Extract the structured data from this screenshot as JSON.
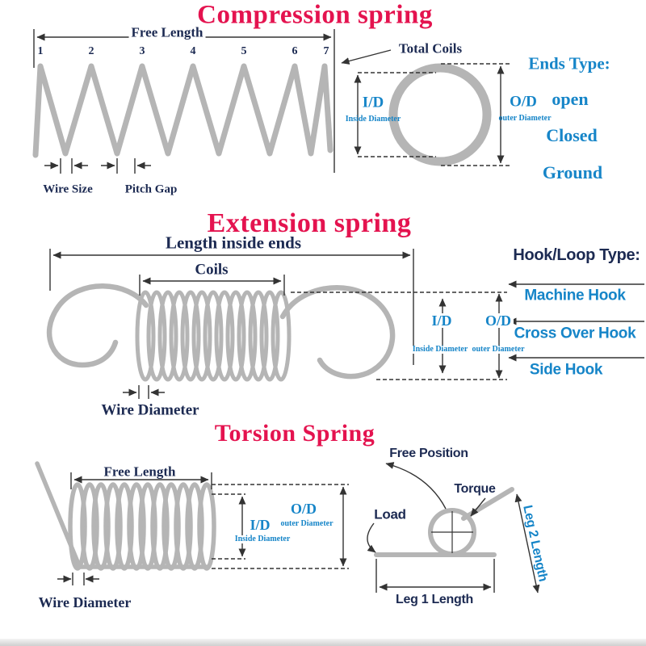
{
  "colors": {
    "title_red": "#e4134f",
    "label_blue": "#1685c8",
    "label_navy": "#1c2a52",
    "spring_gray": "#b5b5b5",
    "dimension_line": "#333333"
  },
  "compression": {
    "title": "Compression spring",
    "free_length": "Free Length",
    "coil_numbers": [
      "1",
      "2",
      "3",
      "4",
      "5",
      "6",
      "7"
    ],
    "total_coils": "Total Coils",
    "wire_size": "Wire Size",
    "pitch_gap": "Pitch Gap",
    "id": "I/D",
    "id_sub": "Inside Diameter",
    "od": "O/D",
    "od_sub": "outer Diameter",
    "ends_type_title": "Ends Type:",
    "ends_types": [
      "open",
      "Closed",
      "Ground"
    ]
  },
  "extension": {
    "title": "Extension spring",
    "length_inside_ends": "Length inside ends",
    "coils": "Coils",
    "id": "I/D",
    "id_sub": "Inside Diameter",
    "od": "O/D",
    "od_sub": "outer Diameter",
    "wire_diameter": "Wire Diameter",
    "hook_type_title": "Hook/Loop Type:",
    "hook_types": [
      "Machine Hook",
      "Cross Over Hook",
      "Side Hook"
    ]
  },
  "torsion": {
    "title": "Torsion Spring",
    "free_length": "Free Length",
    "id": "I/D",
    "id_sub": "Inside Diameter",
    "od": "O/D",
    "od_sub": "outer Diameter",
    "wire_diameter": "Wire Diameter",
    "free_position": "Free Position",
    "torque": "Torque",
    "load": "Load",
    "leg1": "Leg 1 Length",
    "leg2": "Leg 2 Length"
  }
}
